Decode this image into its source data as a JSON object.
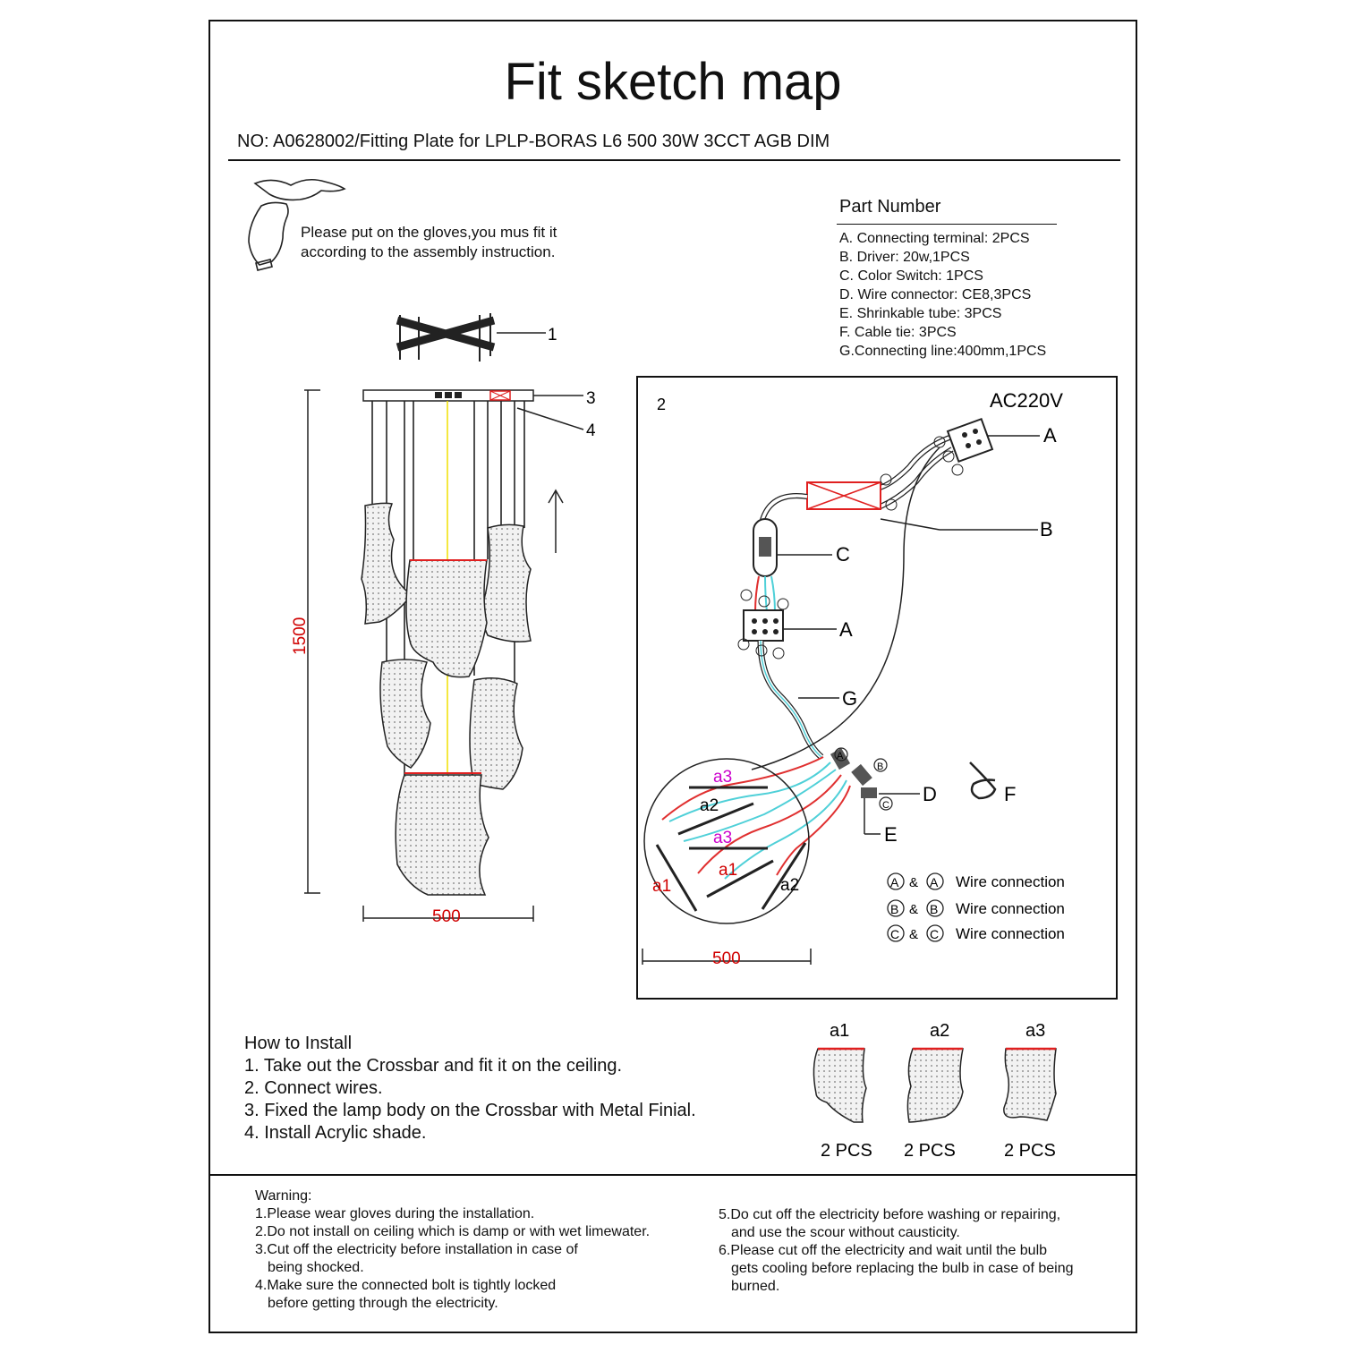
{
  "title": "Fit sketch map",
  "model_line": "NO: A0628002/Fitting Plate for LPLP-BORAS L6 500 30W   3CCT AGB DIM",
  "glove_note": [
    "Please put on the gloves,you mus fit it",
    "according to the assembly instruction."
  ],
  "part_number": {
    "title": "Part  Number",
    "items": [
      "A. Connecting terminal: 2PCS",
      "B. Driver: 20w,1PCS",
      "C. Color Switch: 1PCS",
      "D. Wire connector:  CE8,3PCS",
      "E. Shrinkable tube: 3PCS",
      "F. Cable tie: 3PCS",
      "G.Connecting line:400mm,1PCS"
    ]
  },
  "left_diagram": {
    "callouts": [
      "1",
      "3",
      "4"
    ],
    "height_dim": "1500",
    "width_dim": "500"
  },
  "wiring_diagram": {
    "step": "2",
    "voltage": "AC220V",
    "labels": [
      "A",
      "B",
      "C",
      "A",
      "G",
      "D",
      "E",
      "F"
    ],
    "connector_marks": [
      "A",
      "B",
      "C"
    ],
    "lamp_labels": [
      "a3",
      "a2",
      "a3",
      "a1",
      "a1",
      "a2"
    ],
    "legend": [
      {
        "mark": "A",
        "joiner": "&",
        "text": "Wire connection"
      },
      {
        "mark": "B",
        "joiner": "&",
        "text": "Wire connection"
      },
      {
        "mark": "C",
        "joiner": "&",
        "text": "Wire connection"
      }
    ],
    "width_dim": "500"
  },
  "shades": [
    {
      "name": "a1",
      "qty": "2 PCS"
    },
    {
      "name": "a2",
      "qty": "2 PCS"
    },
    {
      "name": "a3",
      "qty": "2 PCS"
    }
  ],
  "install": {
    "title": "How to Install",
    "steps": [
      "1. Take out the Crossbar and fit it on the ceiling.",
      "2. Connect wires.",
      "3. Fixed the lamp body on the Crossbar with Metal Finial.",
      "4. Install Acrylic shade."
    ]
  },
  "warning": {
    "title": "Warning:",
    "left": [
      "1.Please wear gloves during the installation.",
      "2.Do not install on ceiling which is damp or with wet limewater.",
      "3.Cut off the electricity before installation in case of",
      "being shocked.",
      "4.Make sure the connected bolt is tightly locked",
      "before getting through the electricity."
    ],
    "right": [
      "5.Do cut off the electricity before washing or repairing,",
      "and use the scour without causticity.",
      "6.Please cut off the electricity and wait until the bulb",
      "gets cooling before replacing the bulb in case of being",
      "burned."
    ]
  },
  "colors": {
    "dimension": "#d00000",
    "lamp_label": "#cc00cc",
    "wire_cyan": "#4fd0d8",
    "wire_red": "#e03030",
    "axis": "#f0e000"
  }
}
